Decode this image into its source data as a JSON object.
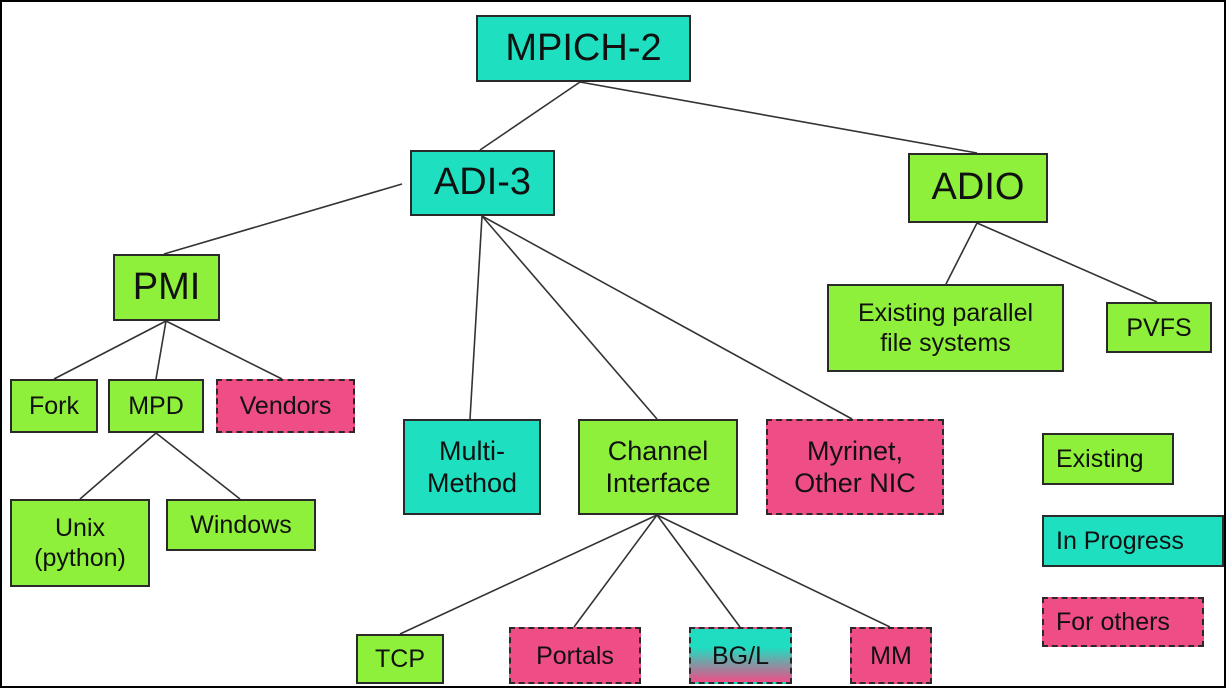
{
  "nodes": {
    "mpich2": "MPICH-2",
    "adi3": "ADI-3",
    "adio": "ADIO",
    "pmi": "PMI",
    "fork": "Fork",
    "mpd": "MPD",
    "vendors": "Vendors",
    "unix": "Unix\n(python)",
    "windows": "Windows",
    "multimethod": "Multi-\nMethod",
    "channel": "Channel\nInterface",
    "myrinet": "Myrinet,\nOther NIC",
    "existing_pfs": "Existing parallel\nfile systems",
    "pvfs": "PVFS",
    "tcp": "TCP",
    "portals": "Portals",
    "bgl": "BG/L",
    "mm": "MM"
  },
  "legend": {
    "existing": "Existing",
    "in_progress": "In Progress",
    "for_others": "For others"
  },
  "colors": {
    "existing": "#8ef03a",
    "in_progress": "#1ee0c0",
    "for_others": "#ee4d86"
  }
}
